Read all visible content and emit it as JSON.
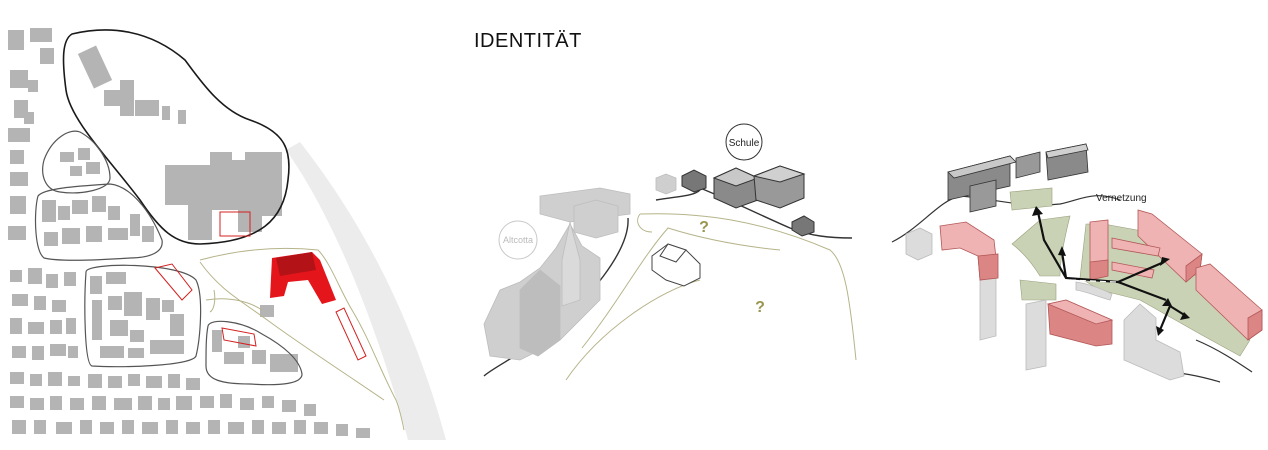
{
  "title": "IDENTITÄT",
  "labels": {
    "school": "Schule",
    "altcotta": "Altcotta",
    "question": "?",
    "network": "Vernetzung"
  },
  "colors": {
    "building_gray": "#b4b4b4",
    "highlight_red": "#e4161b",
    "plan_outline": "#1a1a1a",
    "path_green": "#b6b48a",
    "open_space_green": "#c9d2b4",
    "new_building_pink": "#dc8585",
    "new_building_pink_light": "#efb3b3",
    "question_mark": "#9a9650",
    "river_band": "#eeeeee"
  }
}
